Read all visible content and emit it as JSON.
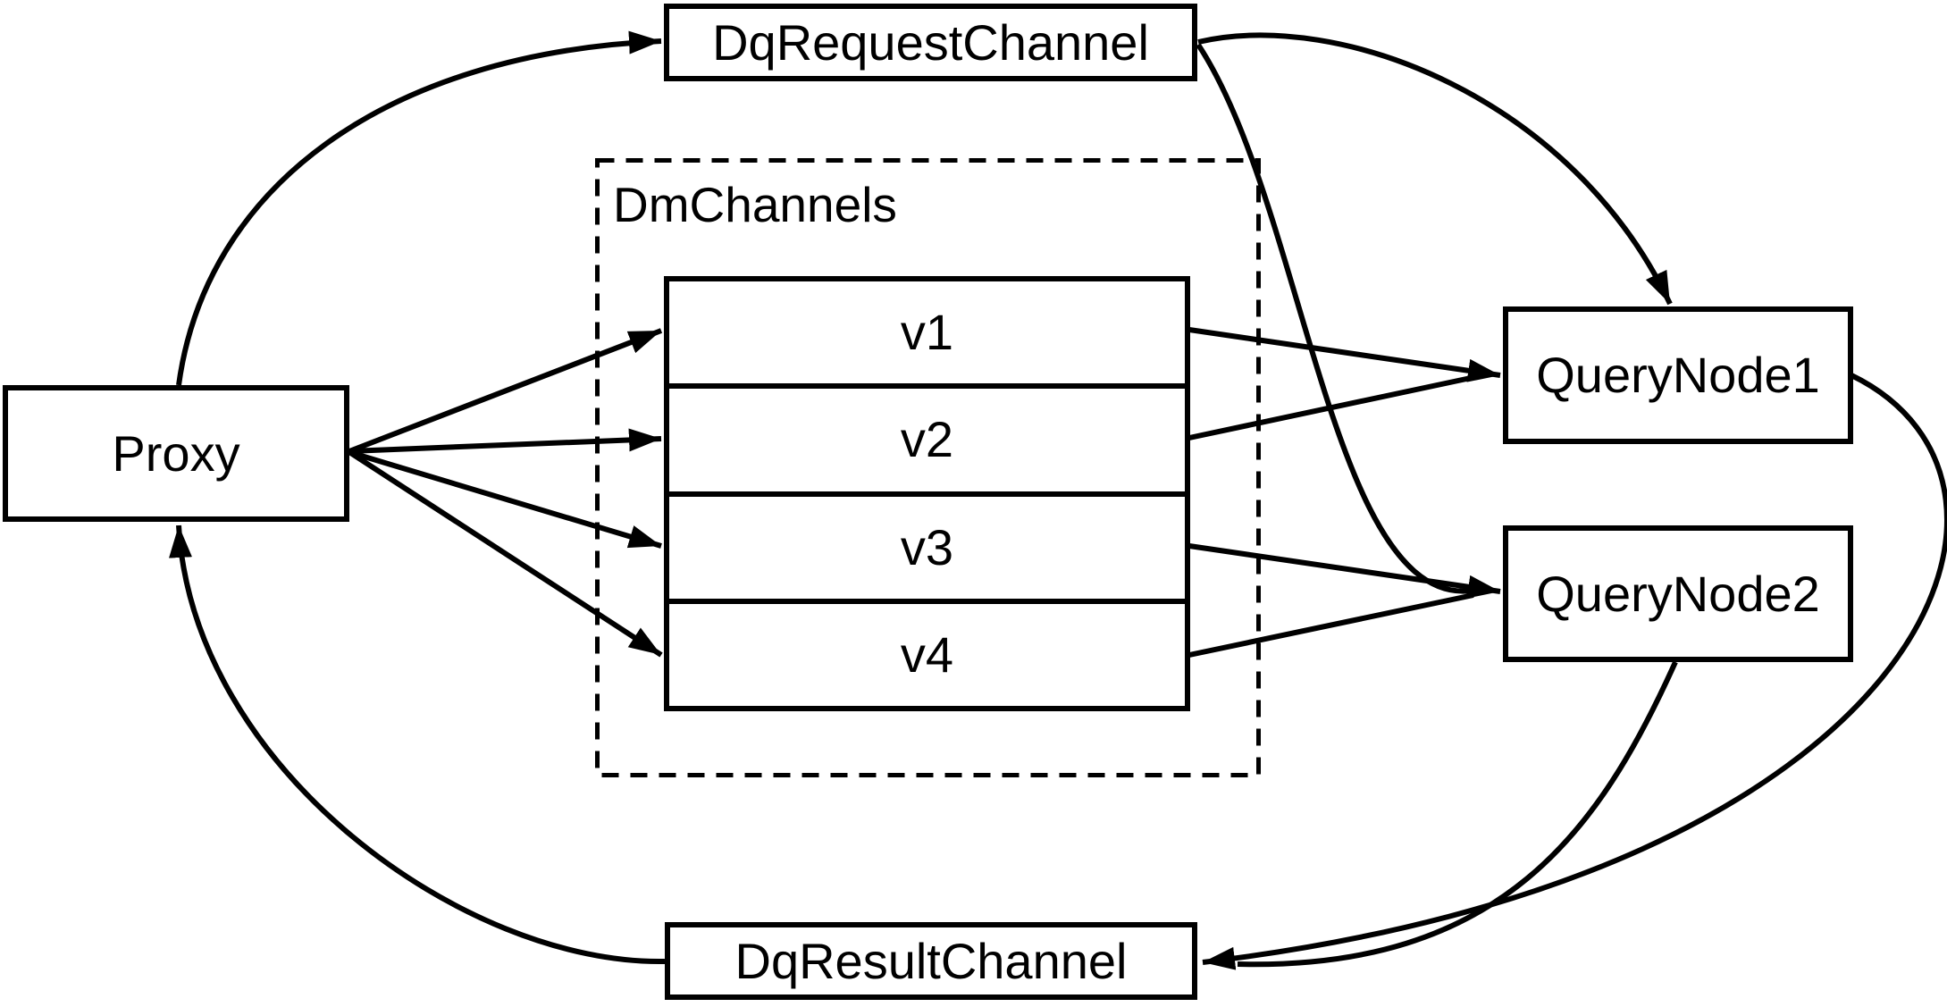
{
  "diagram": {
    "colors": {
      "background": "#ffffff",
      "line": "#000000",
      "box_fill": "#ffffff",
      "text": "#000000"
    },
    "nodes": {
      "proxy": {
        "label": "Proxy"
      },
      "dq_request_channel": {
        "label": "DqRequestChannel"
      },
      "dm_channels": {
        "label": "DmChannels",
        "rows": [
          {
            "label": "v1"
          },
          {
            "label": "v2"
          },
          {
            "label": "v3"
          },
          {
            "label": "v4"
          }
        ]
      },
      "query_node_1": {
        "label": "QueryNode1"
      },
      "query_node_2": {
        "label": "QueryNode2"
      },
      "dq_result_channel": {
        "label": "DqResultChannel"
      }
    },
    "edges": [
      {
        "from": "proxy",
        "to": "dq_request_channel"
      },
      {
        "from": "proxy",
        "to": "dm_channels.v1"
      },
      {
        "from": "proxy",
        "to": "dm_channels.v2"
      },
      {
        "from": "proxy",
        "to": "dm_channels.v3"
      },
      {
        "from": "proxy",
        "to": "dm_channels.v4"
      },
      {
        "from": "dm_channels.v1",
        "to": "query_node_1"
      },
      {
        "from": "dm_channels.v2",
        "to": "query_node_1"
      },
      {
        "from": "dm_channels.v3",
        "to": "query_node_2"
      },
      {
        "from": "dm_channels.v4",
        "to": "query_node_2"
      },
      {
        "from": "dq_request_channel",
        "to": "query_node_1"
      },
      {
        "from": "dq_request_channel",
        "to": "query_node_2"
      },
      {
        "from": "query_node_1",
        "to": "dq_result_channel"
      },
      {
        "from": "query_node_2",
        "to": "dq_result_channel"
      },
      {
        "from": "dq_result_channel",
        "to": "proxy"
      }
    ]
  }
}
